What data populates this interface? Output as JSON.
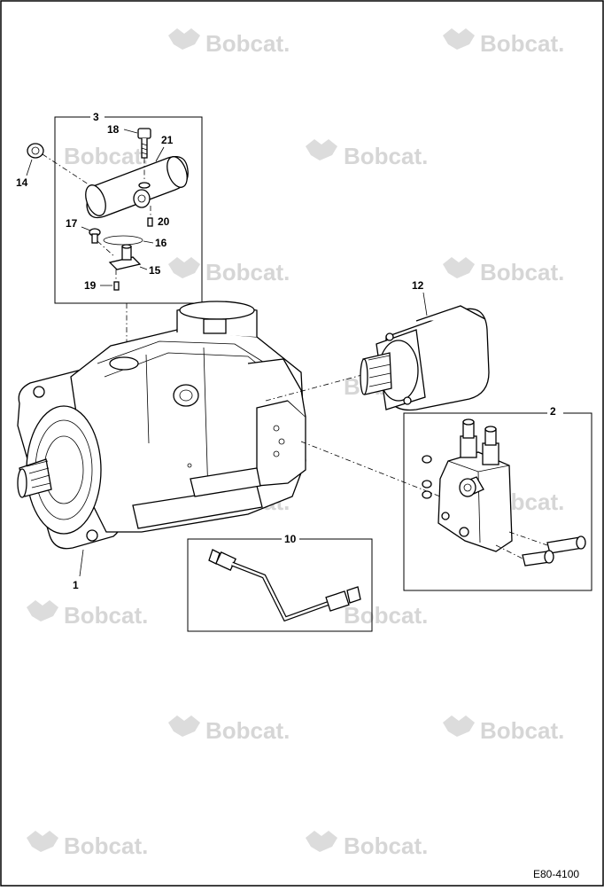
{
  "watermark": {
    "text": "Bobcat."
  },
  "drawing_code": "E80-4100",
  "callouts": {
    "c1": "1",
    "c2": "2",
    "c3": "3",
    "c10": "10",
    "c12": "12",
    "c14": "14",
    "c15": "15",
    "c16": "16",
    "c17": "17",
    "c18": "18",
    "c19": "19",
    "c20": "20",
    "c21": "21"
  }
}
